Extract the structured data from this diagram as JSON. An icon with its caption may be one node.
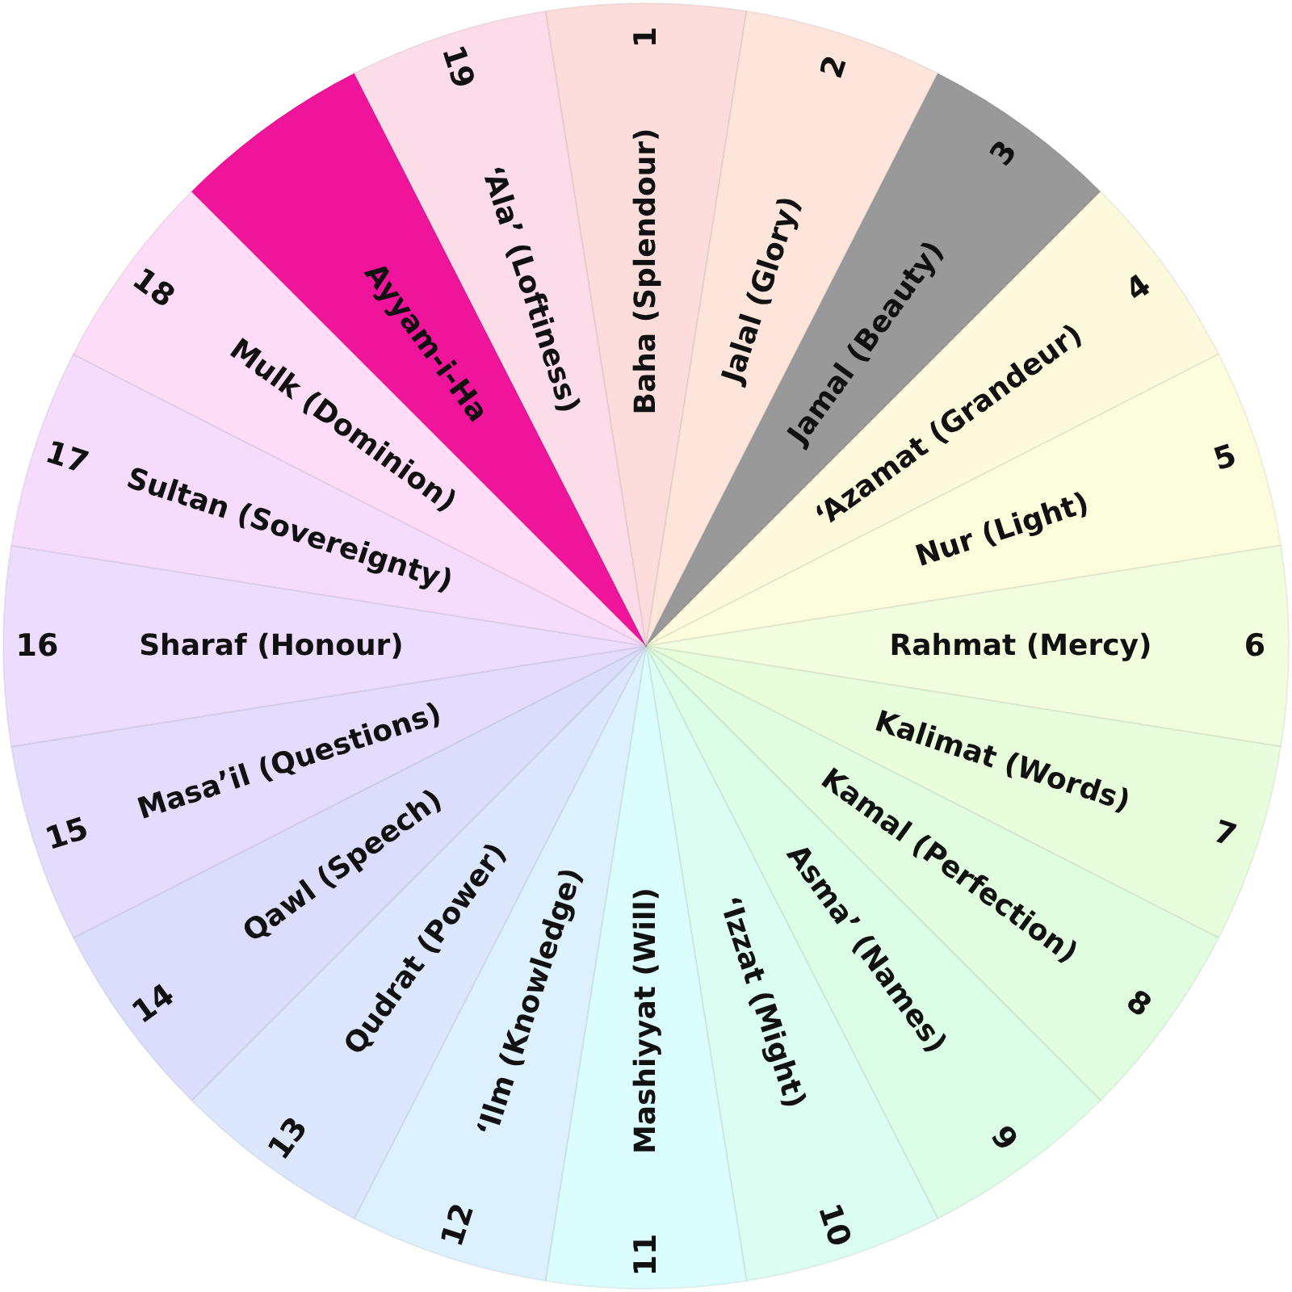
{
  "diagram": {
    "nodes": [
      {
        "text": [
          "Baha (Splendour)",
          "1"
        ]
      },
      {
        "text": [
          "Jalal (Glory)",
          "2"
        ]
      },
      {
        "text": [
          "Jamal (Beauty)",
          "3"
        ]
      },
      {
        "text": [
          "ʻAzamat (Grandeur)",
          "4"
        ]
      },
      {
        "text": [
          "Nur (Light)",
          "5"
        ]
      },
      {
        "text": [
          "Rahmat (Mercy)",
          "6"
        ]
      },
      {
        "text": [
          "Kalimat (Words)",
          "7"
        ]
      },
      {
        "text": [
          "Kamal (Perfection)",
          "8"
        ]
      },
      {
        "text": [
          "Asmaʼ (Names)",
          "9"
        ]
      },
      {
        "text": [
          "ʻIzzat (Might)",
          "10"
        ]
      },
      {
        "text": [
          "11",
          "Mashiyyat (Will)"
        ]
      },
      {
        "text": [
          "12",
          "ʻIlm (Knowledge)"
        ]
      },
      {
        "text": [
          "13",
          "Qudrat (Power)"
        ]
      },
      {
        "text": [
          "14",
          "Qawl (Speech)"
        ]
      },
      {
        "text": [
          "15",
          "Masaʼil (Questions)"
        ]
      },
      {
        "text": [
          "16",
          "Sharaf (Honour)"
        ]
      },
      {
        "text": [
          "17",
          "Sultan (Sovereignty)"
        ]
      },
      {
        "text": [
          "18",
          "Mulk (Dominion)"
        ]
      },
      {
        "text": [
          "Ayyam-i-Ha"
        ]
      },
      {
        "text": [
          "19",
          "ʻAlaʼ (Loftiness)"
        ]
      }
    ]
  }
}
